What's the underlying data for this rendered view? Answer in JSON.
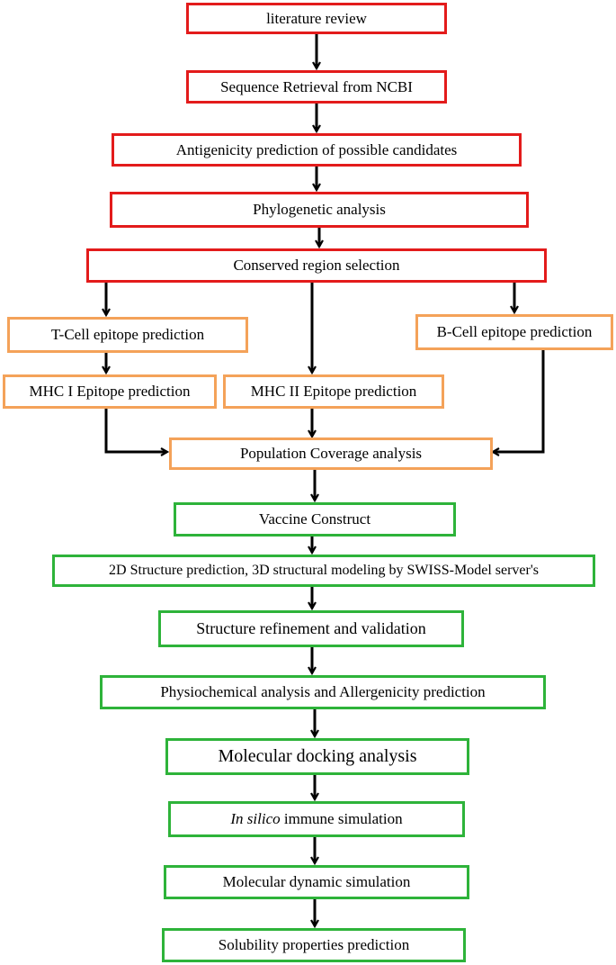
{
  "colors": {
    "phase1_border": "#e31b1b",
    "phase2_border": "#f4a259",
    "phase3_border": "#2eb33a",
    "arrow": "#000000"
  },
  "steps": {
    "literature_review": "literature review",
    "sequence_retrieval": "Sequence Retrieval from NCBI",
    "antigenicity": "Antigenicity prediction of possible candidates",
    "phylogenetic": "Phylogenetic analysis",
    "conserved_region": "Conserved region selection",
    "t_cell": "T-Cell epitope prediction",
    "b_cell": "B-Cell epitope prediction",
    "mhc1": "MHC I Epitope prediction",
    "mhc2": "MHC II Epitope prediction",
    "population": "Population Coverage analysis",
    "vaccine": "Vaccine Construct",
    "structure_pred": "2D Structure prediction, 3D structural modeling by SWISS-Model server's",
    "refinement": "Structure refinement and validation",
    "physiochemical": "Physiochemical analysis and Allergenicity prediction",
    "docking": "Molecular docking analysis",
    "immune_italic": "In silico",
    "immune_rest": " immune simulation",
    "dynamics": "Molecular dynamic simulation",
    "solubility": "Solubility properties prediction"
  }
}
